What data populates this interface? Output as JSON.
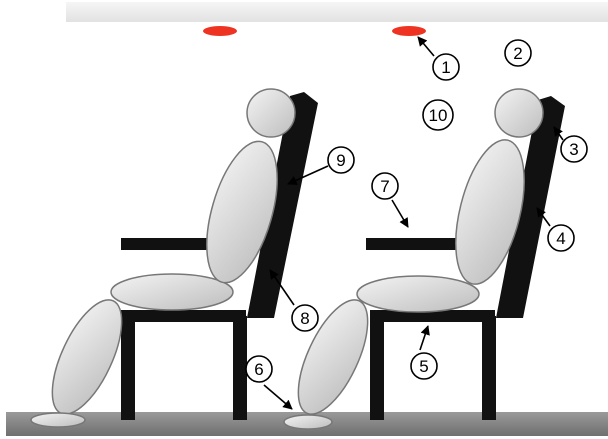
{
  "diagram": {
    "callouts": [
      {
        "id": "1",
        "label": "1"
      },
      {
        "id": "2",
        "label": "2"
      },
      {
        "id": "3",
        "label": "3"
      },
      {
        "id": "4",
        "label": "4"
      },
      {
        "id": "5",
        "label": "5"
      },
      {
        "id": "6",
        "label": "6"
      },
      {
        "id": "7",
        "label": "7"
      },
      {
        "id": "8",
        "label": "8"
      },
      {
        "id": "9",
        "label": "9"
      },
      {
        "id": "10",
        "label": "10"
      }
    ],
    "colors": {
      "ceiling": "#eeeeee",
      "lamp": "#ee3322",
      "floor": "#8c8c8c",
      "chair": "#111111",
      "body_fill": "#dcdcdc",
      "body_stroke": "#777777"
    },
    "icons": [
      "ceiling-lamp-icon",
      "chair-icon",
      "seated-person-icon"
    ]
  }
}
